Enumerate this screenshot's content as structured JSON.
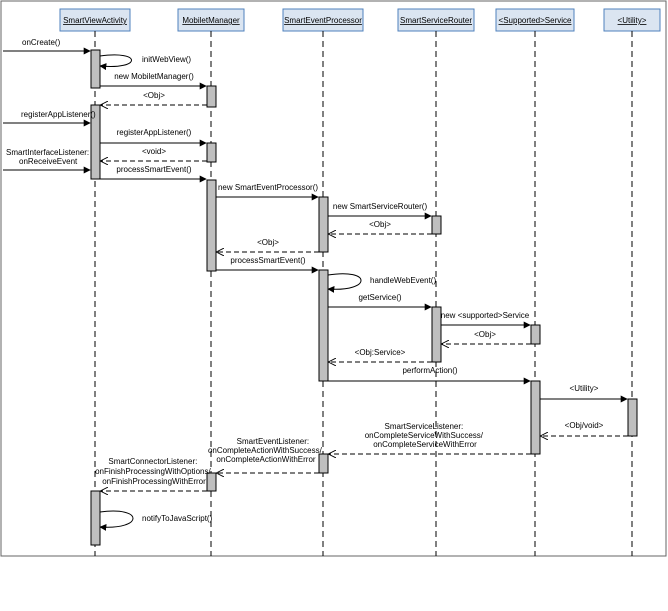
{
  "participants": [
    {
      "id": "sva",
      "label": "SmartViewActivity"
    },
    {
      "id": "mm",
      "label": "MobiletManager"
    },
    {
      "id": "sep",
      "label": "SmartEventProcessor"
    },
    {
      "id": "ssr",
      "label": "SmartServiceRouter"
    },
    {
      "id": "svc",
      "label": "<Supported>Service"
    },
    {
      "id": "util",
      "label": "<Utility>"
    }
  ],
  "messages": [
    {
      "id": "m1",
      "label": "onCreate()"
    },
    {
      "id": "m2",
      "label": "initWebView()"
    },
    {
      "id": "m3",
      "label": "new MobiletManager()"
    },
    {
      "id": "m4",
      "label": "<Obj>"
    },
    {
      "id": "m5",
      "label": "registerAppListener()"
    },
    {
      "id": "m6",
      "label": "registerAppListener()"
    },
    {
      "id": "m7",
      "label": "<void>"
    },
    {
      "id": "m8",
      "lines": [
        "SmartInterfaceListener:",
        "onReceiveEvent"
      ]
    },
    {
      "id": "m9",
      "label": "processSmartEvent()"
    },
    {
      "id": "m10",
      "label": "new SmartEventProcessor()"
    },
    {
      "id": "m11",
      "label": "new SmartServiceRouter()"
    },
    {
      "id": "m12",
      "label": "<Obj>"
    },
    {
      "id": "m13",
      "label": "<Obj>"
    },
    {
      "id": "m14",
      "label": "processSmartEvent()"
    },
    {
      "id": "m15",
      "label": "handleWebEvent()"
    },
    {
      "id": "m16",
      "label": "getService()"
    },
    {
      "id": "m17",
      "label": "new <supported>Service"
    },
    {
      "id": "m18",
      "label": "<Obj>"
    },
    {
      "id": "m19",
      "label": "<Obj:Service>"
    },
    {
      "id": "m20",
      "label": "performAction()"
    },
    {
      "id": "m21",
      "label": "<Utility>"
    },
    {
      "id": "m22",
      "label": "<Obj/void>"
    },
    {
      "id": "m23",
      "lines": [
        "SmartServiceListener:",
        "onCompleteServiceWithSuccess/",
        "onCompleteServiceWithError"
      ]
    },
    {
      "id": "m24",
      "lines": [
        "SmartEventListener:",
        "onCompleteActionWithSuccess/",
        "onCompleteActionWithError"
      ]
    },
    {
      "id": "m25",
      "lines": [
        "SmartConnectorListener:",
        "onFinishProcessingWithOptions/",
        "onFinishProcessingWithError"
      ]
    },
    {
      "id": "m26",
      "label": "notifyToJavaScript()"
    }
  ]
}
